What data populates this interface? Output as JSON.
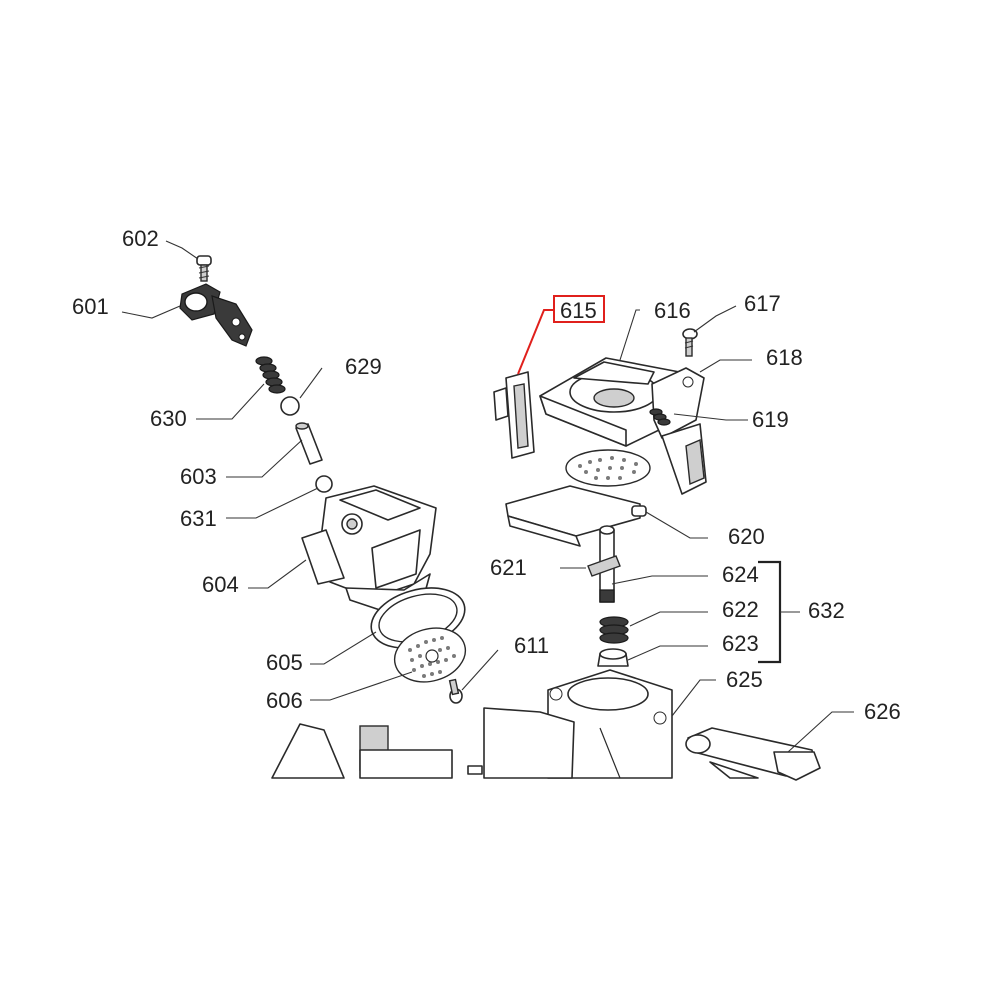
{
  "diagram": {
    "highlight_color": "#e0201c",
    "highlighted_part": "615",
    "callouts": {
      "c601": "601",
      "c602": "602",
      "c603": "603",
      "c604": "604",
      "c605": "605",
      "c606": "606",
      "c611": "611",
      "c615": "615",
      "c616": "616",
      "c617": "617",
      "c618": "618",
      "c619": "619",
      "c620": "620",
      "c621": "621",
      "c622": "622",
      "c623": "623",
      "c624": "624",
      "c625": "625",
      "c626": "626",
      "c629": "629",
      "c630": "630",
      "c631": "631",
      "c632": "632"
    }
  }
}
